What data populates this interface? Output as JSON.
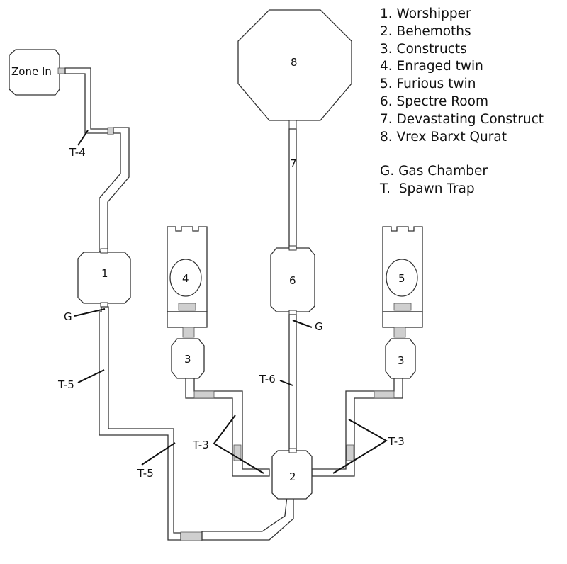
{
  "legend": {
    "rooms": [
      "1. Worshipper",
      "2. Behemoths",
      "3. Constructs",
      "4. Enraged twin",
      "5. Furious twin",
      "6. Spectre Room",
      "7. Devastating Construct",
      "8. Vrex Barxt Qurat"
    ],
    "keys": [
      "G. Gas Chamber",
      "T.  Spawn Trap"
    ]
  },
  "map": {
    "zone_in": "Zone In",
    "room_numbers": {
      "r1": "1",
      "r2": "2",
      "r3_left": "3",
      "r3_right": "3",
      "r4": "4",
      "r5": "5",
      "r6": "6",
      "r7": "7",
      "r8": "8"
    },
    "markers": {
      "t4": "T-4",
      "g1": "G",
      "g2": "G",
      "t5_upper": "T-5",
      "t5_lower": "T-5",
      "t6": "T-6",
      "t3_left": "T-3",
      "t3_right": "T-3"
    }
  },
  "colors": {
    "line": "#333333",
    "hatch": "#cfcfcf",
    "text": "#111111",
    "background": "#ffffff"
  }
}
